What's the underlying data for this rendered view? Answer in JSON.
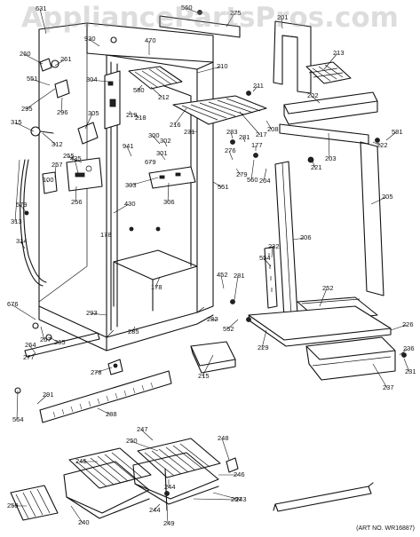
{
  "watermark": "AppliancePartsPros.com",
  "art_number": "(ART NO. WR16887)",
  "part_labels": [
    "631",
    "560",
    "275",
    "201",
    "930",
    "470",
    "260",
    "261",
    "551",
    "304",
    "580",
    "219",
    "210",
    "212",
    "213",
    "295",
    "296",
    "202",
    "218",
    "305",
    "315",
    "312",
    "211",
    "216",
    "231",
    "300",
    "302",
    "301",
    "283",
    "217",
    "281",
    "208",
    "177",
    "222",
    "581",
    "941",
    "276",
    "255",
    "257",
    "679",
    "303",
    "435",
    "279",
    "560",
    "204",
    "221",
    "203",
    "205",
    "100",
    "256",
    "306",
    "551",
    "579",
    "430",
    "178",
    "206",
    "313",
    "314",
    "232",
    "554",
    "452",
    "281",
    "252",
    "178",
    "676",
    "293",
    "282",
    "552",
    "226",
    "267",
    "285",
    "229",
    "264",
    "265",
    "277",
    "236",
    "231",
    "215",
    "237",
    "278",
    "291",
    "564",
    "288",
    "245",
    "247",
    "250",
    "248",
    "246",
    "244",
    "259",
    "240",
    "249",
    "243",
    "244",
    "207"
  ],
  "colors": {
    "ink": "#111111",
    "watermark": "#969696",
    "background": "#ffffff"
  }
}
